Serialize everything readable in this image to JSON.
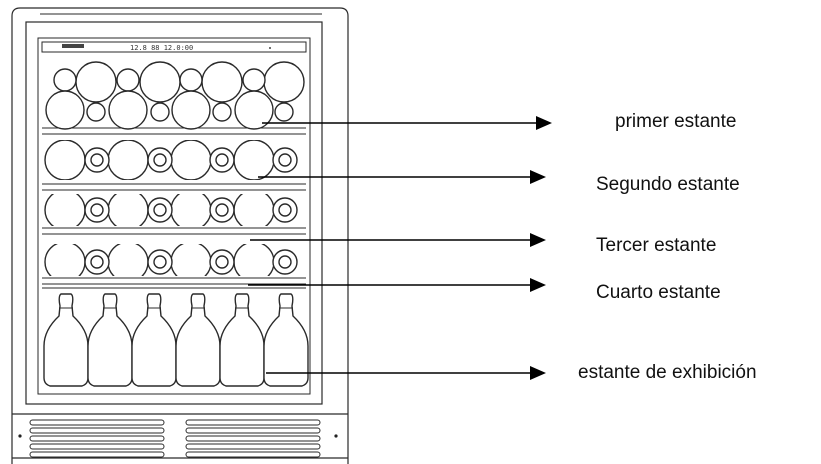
{
  "diagram": {
    "labels": [
      {
        "id": "primer",
        "text": "primer estante"
      },
      {
        "id": "segundo",
        "text": "Segundo estante"
      },
      {
        "id": "tercer",
        "text": "Tercer estante"
      },
      {
        "id": "cuarto",
        "text": "Cuarto estante"
      },
      {
        "id": "exhibicion",
        "text": "estante de exhibición"
      }
    ],
    "display_panel": {
      "readout": "12.8  88  12.0:00"
    },
    "colors": {
      "line": "#2a2a2a",
      "arrow": "#000000",
      "background": "#ffffff"
    }
  }
}
